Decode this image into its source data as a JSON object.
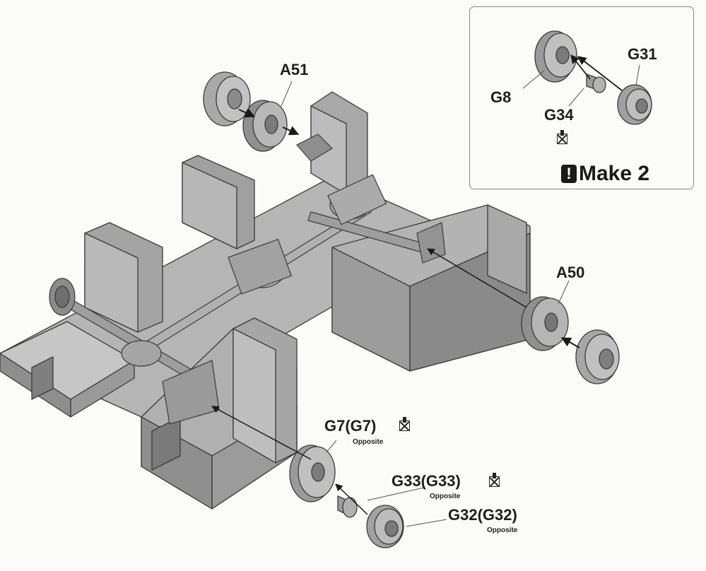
{
  "labels": {
    "a51": "A51",
    "a50": "A50",
    "g31": "G31",
    "g8": "G8",
    "g34": "G34",
    "g7": "G7(G7)",
    "g33": "G33(G33)",
    "g32": "G32(G32)",
    "opposite": "Opposite"
  },
  "inset": {
    "make_text": "Make 2",
    "exclaim": "!"
  },
  "colors": {
    "part_fill": "#a9a9a9",
    "part_light": "#c4c4c4",
    "part_dark": "#7d7d7d",
    "outline": "#3a3a3a",
    "arrow": "#1a1a1a"
  }
}
